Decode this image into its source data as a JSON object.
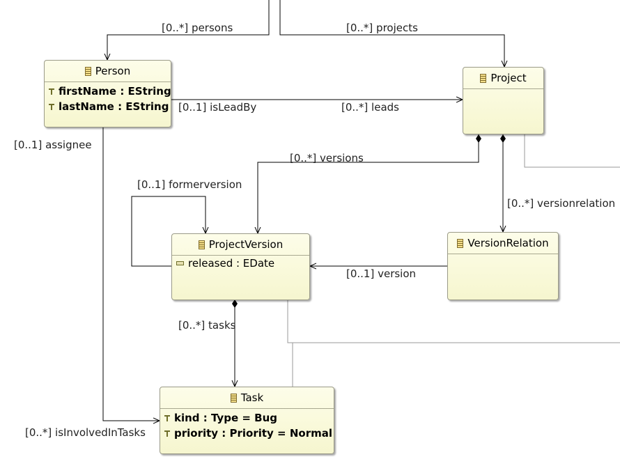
{
  "classes": {
    "person": {
      "name": "Person",
      "attributes": [
        "firstName : EString",
        "lastName : EString"
      ]
    },
    "project": {
      "name": "Project",
      "attributes": []
    },
    "projectversion": {
      "name": "ProjectVersion",
      "attributes": [
        "released : EDate"
      ]
    },
    "versionrelation": {
      "name": "VersionRelation",
      "attributes": []
    },
    "task": {
      "name": "Task",
      "attributes": [
        "kind : Type = Bug",
        "priority : Priority = Normal"
      ]
    }
  },
  "edge_labels": {
    "persons": "[0..*] persons",
    "projects": "[0..*] projects",
    "isLeadBy": "[0..1] isLeadBy",
    "leads": "[0..*] leads",
    "assignee": "[0..1] assignee",
    "versions": "[0..*] versions",
    "formerversion": "[0..1] formerversion",
    "versionrelation": "[0..*] versionrelation",
    "version": "[0..1] version",
    "tasks": "[0..*] tasks",
    "isInvolvedInTasks": "[0..*] isInvolvedInTasks"
  },
  "colors": {
    "class_fill_top": "#fdfde9",
    "class_fill_bottom": "#f6f6cf",
    "edge": "#000000",
    "gray_edge": "#9a9a9a"
  }
}
